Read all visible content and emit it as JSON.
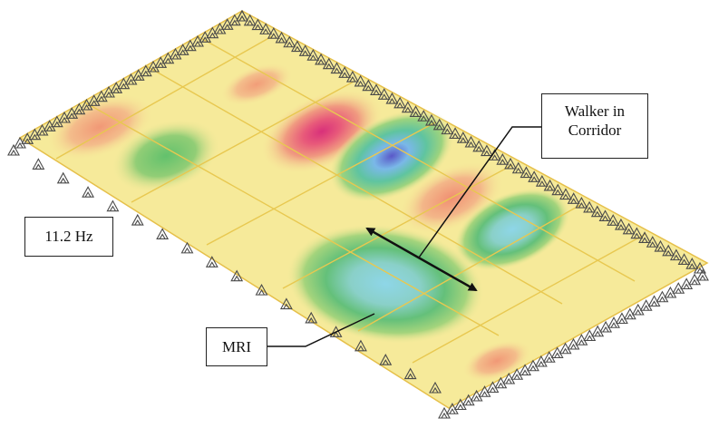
{
  "labels": {
    "frequency": "11.2 Hz",
    "walker_line1": "Walker in",
    "walker_line2": "Corridor",
    "mri": "MRI"
  },
  "colors": {
    "slab": "#f6ea9a",
    "grid": "#e8c850",
    "positive_peak": "#e0406a",
    "positive_mid": "#f08a78",
    "negative_peak": "#6a6ad8",
    "negative_mid": "#8ecfe8",
    "negative_outer": "#7ec88a",
    "support": "#555555"
  }
}
